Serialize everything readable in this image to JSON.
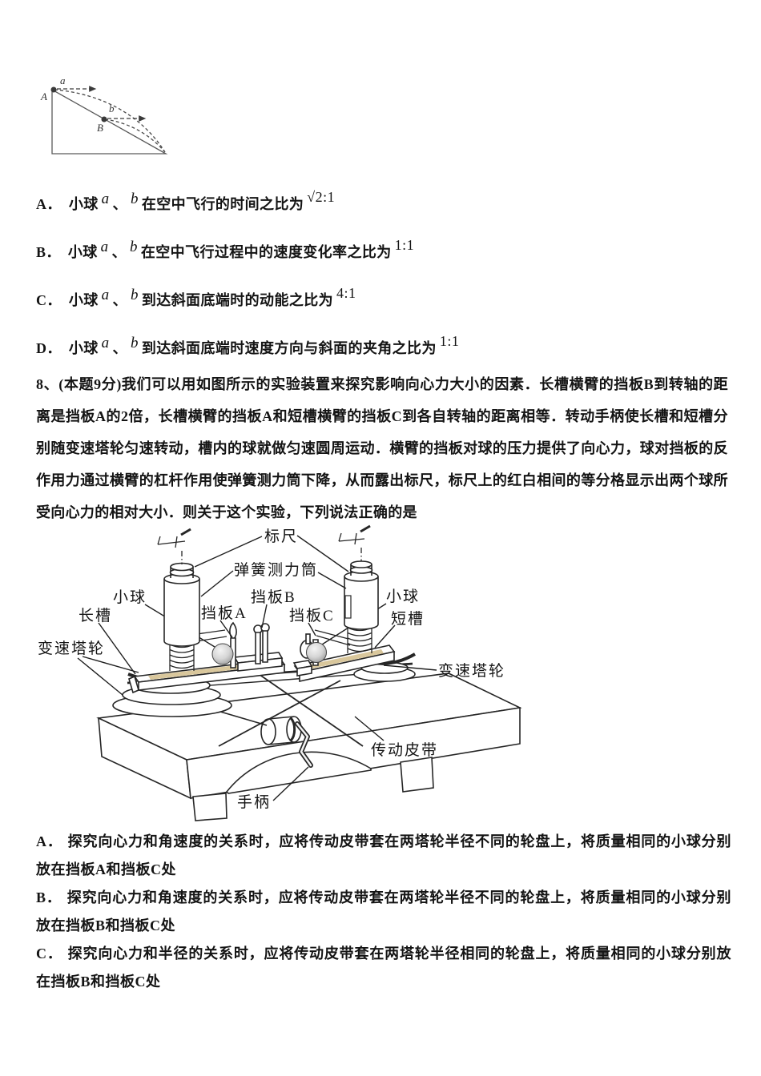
{
  "figure1": {
    "point_a_ball": "a",
    "point_a_vertex": "A",
    "point_b_ball": "b",
    "point_b_vertex": "B"
  },
  "q7": {
    "options": [
      {
        "label": "A．",
        "pre": "小球",
        "ball1": "a",
        "sep": "、",
        "ball2": "b",
        "text": "在空中飞行的时间之比为",
        "ratio": "√2:1"
      },
      {
        "label": "B．",
        "pre": "小球",
        "ball1": "a",
        "sep": "、",
        "ball2": "b",
        "text": "在空中飞行过程中的速度变化率之比为",
        "ratio": "1:1"
      },
      {
        "label": "C．",
        "pre": "小球",
        "ball1": "a",
        "sep": "、",
        "ball2": "b",
        "text": "到达斜面底端时的动能之比为",
        "ratio": "4:1"
      },
      {
        "label": "D．",
        "pre": "小球",
        "ball1": "a",
        "sep": "、",
        "ball2": "b",
        "text": "到达斜面底端时速度方向与斜面的夹角之比为",
        "ratio": "1:1"
      }
    ]
  },
  "q8": {
    "stem": "8、(本题9分)我们可以用如图所示的实验装置来探究影响向心力大小的因素．长槽横臂的挡板B到转轴的距离是挡板A的2倍，长槽横臂的挡板A和短槽横臂的挡板C到各自转轴的距离相等．转动手柄使长槽和短槽分别随变速塔轮匀速转动，槽内的球就做匀速圆周运动．横臂的挡板对球的压力提供了向心力，球对挡板的反作用力通过横臂的杠杆作用使弹簧测力筒下降，从而露出标尺，标尺上的红白相间的等分格显示出两个球所受向心力的相对大小．则关于这个实验，下列说法正确的是",
    "options": [
      {
        "label": "A．",
        "text": "探究向心力和角速度的关系时，应将传动皮带套在两塔轮半径不同的轮盘上，将质量相同的小球分别放在挡板A和挡板C处"
      },
      {
        "label": "B．",
        "text": "探究向心力和角速度的关系时，应将传动皮带套在两塔轮半径不同的轮盘上，将质量相同的小球分别放在挡板B和挡板C处"
      },
      {
        "label": "C．",
        "text": "探究向心力和半径的关系时，应将传动皮带套在两塔轮半径相同的轮盘上，将质量相同的小球分别放在挡板B和挡板C处"
      }
    ]
  },
  "apparatus": {
    "labels": {
      "ruler": "标尺",
      "spring_tube": "弹簧测力筒",
      "ball_left": "小球",
      "ball_right": "小球",
      "baffle_a": "挡板A",
      "baffle_b": "挡板B",
      "baffle_c": "挡板C",
      "long_slot": "长槽",
      "short_slot": "短槽",
      "tower_left": "变速塔轮",
      "tower_right": "变速塔轮",
      "belt": "传动皮带",
      "handle": "手柄"
    }
  },
  "colors": {
    "ink": "#262626",
    "slot_tan": "#d9c79c",
    "ball_gray": "#d6d6d6"
  }
}
